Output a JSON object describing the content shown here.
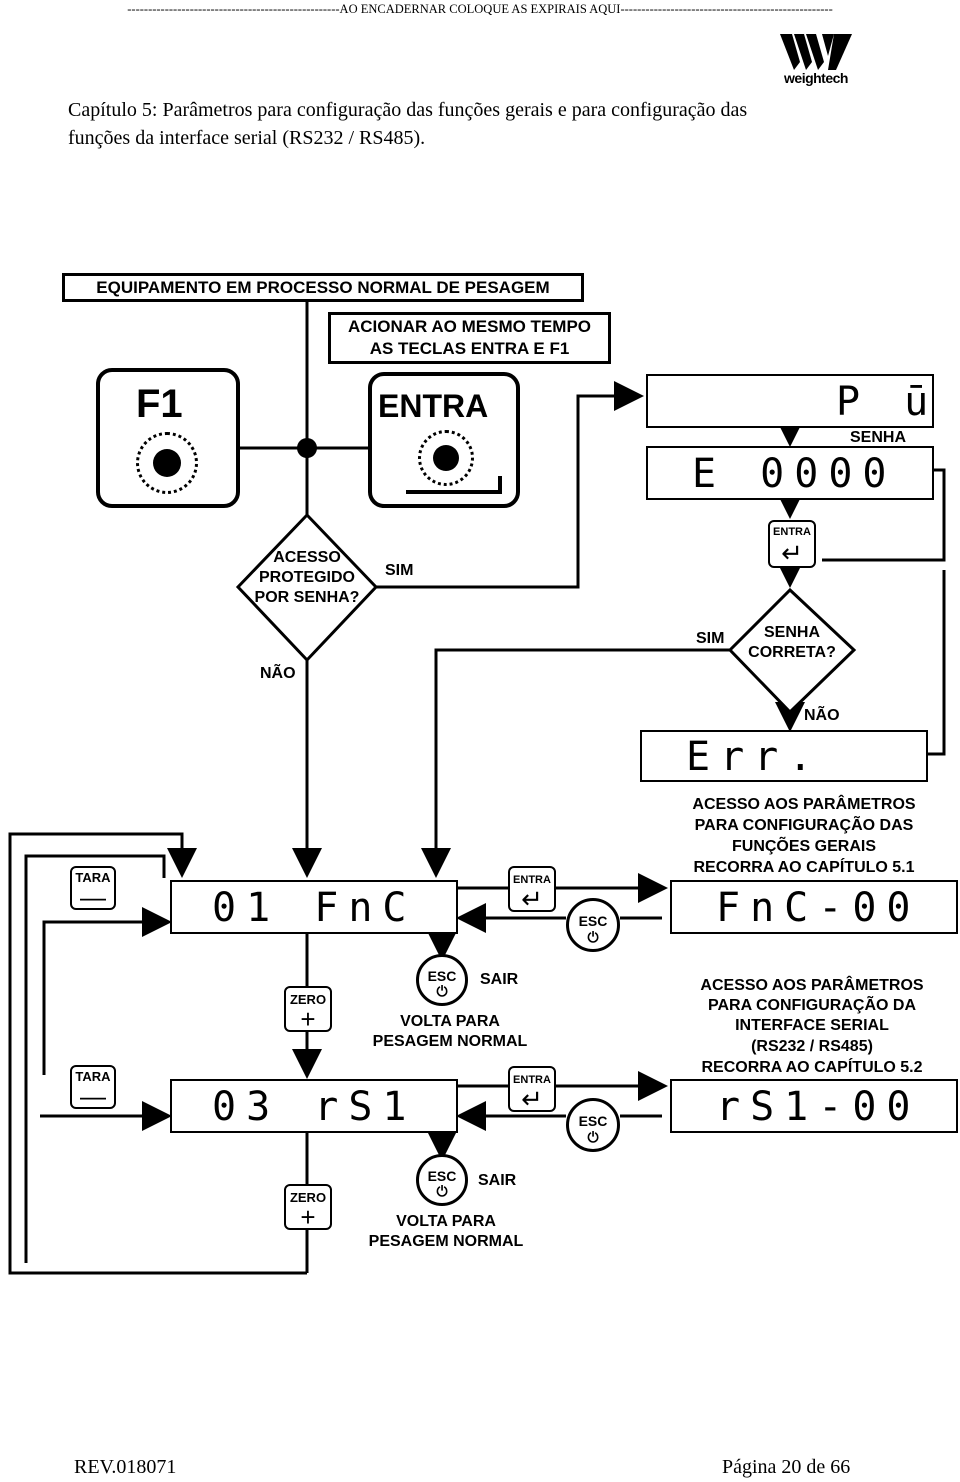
{
  "header": {
    "binding_line": "---------------------------------------------------AO ENCADERNAR COLOQUE AS EXPIRAIS AQUI---------------------------------------------------"
  },
  "logo": {
    "name": "weightech"
  },
  "title": {
    "line1": "Capítulo 5: Parâmetros para configuração das funções gerais e para configuração das",
    "line2": "funções da interface serial (RS232 / RS485)."
  },
  "flow": {
    "start": "EQUIPAMENTO EM PROCESSO NORMAL DE PESAGEM",
    "instruction": [
      "ACIONAR AO MESMO TEMPO",
      "AS TECLAS ENTRA E F1"
    ],
    "key_f1": "F1",
    "key_entra": "ENTRA",
    "decision1": [
      "ACESSO",
      "PROTEGIDO",
      "POR SENHA?"
    ],
    "yes": "SIM",
    "no": "NÃO",
    "display_pw": "P ū",
    "senha_label": "SENHA",
    "display_code": "E  0000",
    "entra_small": "ENTRA",
    "decision2": [
      "SENHA",
      "CORRETA?"
    ],
    "display_err": "Err.",
    "section1": [
      "ACESSO AOS PARÂMETROS",
      "PARA CONFIGURAÇÃO DAS",
      "FUNÇÕES GERAIS",
      "RECORRA AO CAPÍTULO 5.1"
    ],
    "display_01": "01 FnC",
    "display_fnc00": "FnC-00",
    "section2": [
      "ACESSO AOS PARÂMETROS",
      "PARA CONFIGURAÇÃO DA",
      "INTERFACE SERIAL",
      "(RS232 / RS485)",
      "RECORRA AO CAPÍTULO 5.2"
    ],
    "display_03": "03 rS1",
    "display_rs00": "rS1-00",
    "key_tara": "TARA",
    "key_zero": "ZERO",
    "key_esc": "ESC",
    "exit": "SAIR",
    "back": [
      "VOLTA PARA",
      "PESAGEM NORMAL"
    ]
  },
  "footer": {
    "rev": "REV.018071",
    "page": "Página 20 de 66"
  }
}
